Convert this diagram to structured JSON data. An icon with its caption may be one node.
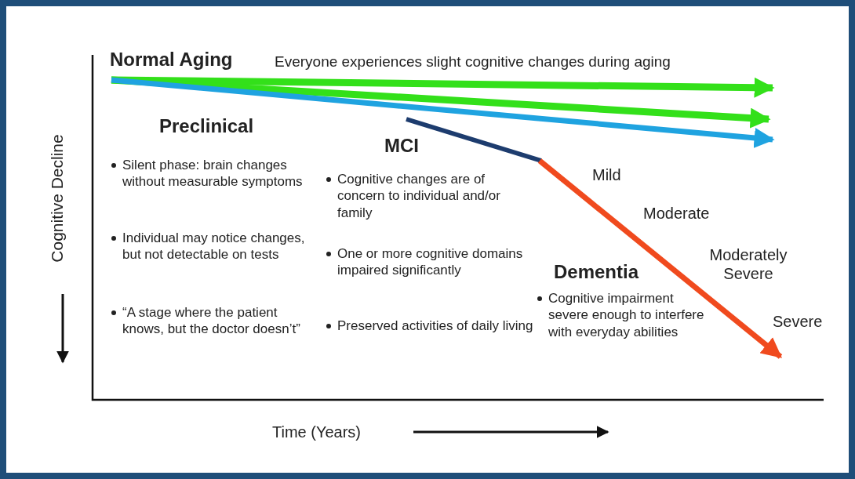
{
  "diagram": {
    "labels": [
      "Normal Aging",
      "Everyone experiences slight cognitive changes during aging",
      "Cognitive Decline",
      "Preclinical",
      "Silent phase: brain changes without measurable symptoms",
      "Individual may notice changes, but not detectable on tests",
      "“A stage where the patient knows, but the doctor doesn’t”",
      "MCI",
      "Cognitive changes are of concern to individual and/or family",
      "One or more cognitive domains impaired significantly",
      "Preserved activities of daily living",
      "Mild",
      "Moderate",
      "Moderately Severe",
      "Dementia",
      "Cognitive impairment severe enough to interfere with everyday abilities",
      "Severe",
      "Time (Years)"
    ]
  }
}
